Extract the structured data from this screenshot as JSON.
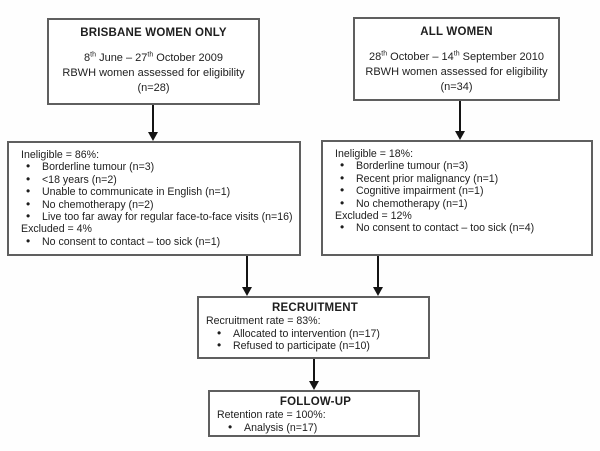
{
  "diagram": {
    "type": "recruitment-flowchart",
    "colors": {
      "background": "#fefefe",
      "box_border": "#5f5f5f",
      "arrow": "#141414",
      "text": "#1e1e1e"
    },
    "boxes": {
      "brisbane": {
        "title": "BRISBANE WOMEN ONLY",
        "date": {
          "p1": "8",
          "sup1": "th",
          "p2": " June – 27",
          "sup2": "th",
          "p3": " October 2009"
        },
        "line2": "RBWH women assessed for eligibility",
        "line3": "(n=28)"
      },
      "all_women": {
        "title": "ALL WOMEN",
        "date": {
          "p1": "28",
          "sup1": "th",
          "p2": " October – 14",
          "sup2": "th",
          "p3": " September 2010"
        },
        "line2": "RBWH women assessed for eligibility",
        "line3": "(n=34)"
      },
      "exclusions_left": {
        "heading1": "Ineligible = 86%:",
        "bullets1": [
          "Borderline tumour (n=3)",
          "<18 years (n=2)",
          "Unable to communicate in English (n=1)",
          "No chemotherapy (n=2)",
          "Live too far away for regular face-to-face visits (n=16)"
        ],
        "heading2": "Excluded = 4%",
        "bullets2": [
          "No consent to contact – too sick (n=1)"
        ]
      },
      "exclusions_right": {
        "heading1": "Ineligible = 18%:",
        "bullets1": [
          "Borderline tumour (n=3)",
          "Recent prior malignancy (n=1)",
          "Cognitive impairment (n=1)",
          "No chemotherapy (n=1)"
        ],
        "heading2": "Excluded = 12%",
        "bullets2": [
          "No consent to contact – too sick (n=4)"
        ]
      },
      "recruitment": {
        "title": "RECRUITMENT",
        "heading": "Recruitment rate = 83%:",
        "bullets": [
          "Allocated to intervention (n=17)",
          "Refused to participate (n=10)"
        ]
      },
      "follow_up": {
        "title": "FOLLOW-UP",
        "heading": "Retention rate = 100%:",
        "bullets": [
          "Analysis (n=17)"
        ]
      }
    }
  }
}
